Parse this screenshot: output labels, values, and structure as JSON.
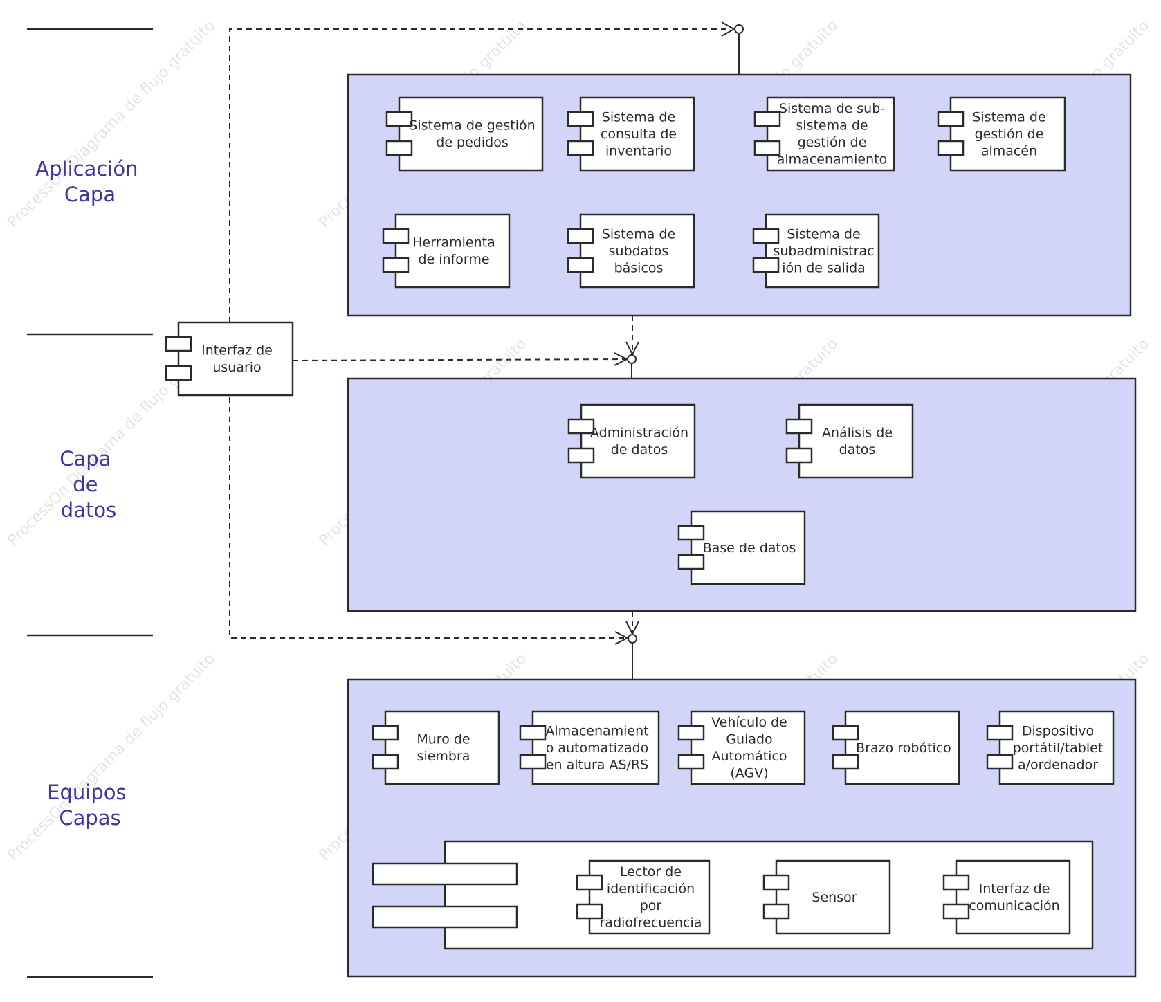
{
  "layers": [
    {
      "id": "app",
      "label_lines": [
        "Aplicación",
        "Capa"
      ]
    },
    {
      "id": "data",
      "label_lines": [
        "Capa",
        "de",
        "datos"
      ]
    },
    {
      "id": "equip",
      "label_lines": [
        "Equipos",
        "Capas"
      ]
    }
  ],
  "user_interface": {
    "lines": [
      "Interfaz de",
      "usuario"
    ]
  },
  "application_components": [
    {
      "lines": [
        "Sistema de gestión",
        "de pedidos"
      ]
    },
    {
      "lines": [
        "Sistema de",
        "consulta de",
        "inventario"
      ]
    },
    {
      "lines": [
        "Sistema de sub-",
        "sistema de",
        "gestión de",
        "almacenamiento"
      ]
    },
    {
      "lines": [
        "Sistema de",
        "gestión de",
        "almacén"
      ]
    },
    {
      "lines": [
        "Herramienta",
        "de informe"
      ]
    },
    {
      "lines": [
        "Sistema de",
        "subdatos",
        "básicos"
      ]
    },
    {
      "lines": [
        "Sistema de",
        "subadministrac",
        "ión de salida"
      ]
    }
  ],
  "data_components": [
    {
      "lines": [
        "Administración",
        "de datos"
      ]
    },
    {
      "lines": [
        "Análisis de",
        "datos"
      ]
    },
    {
      "lines": [
        "Base de datos"
      ]
    }
  ],
  "equipment_components": [
    {
      "lines": [
        "Muro de",
        "siembra"
      ]
    },
    {
      "lines": [
        "Almacenamient",
        "o automatizado",
        "en altura AS/RS"
      ]
    },
    {
      "lines": [
        "Vehículo de",
        "Guiado",
        "Automático",
        "(AGV)"
      ]
    },
    {
      "lines": [
        "Brazo robótico"
      ]
    },
    {
      "lines": [
        "Dispositivo",
        "portátil/tablet",
        "a/ordenador"
      ]
    }
  ],
  "equipment_sub_components": [
    {
      "lines": [
        "Lector de",
        "identificación",
        "por",
        "radiofrecuencia"
      ]
    },
    {
      "lines": [
        "Sensor"
      ]
    },
    {
      "lines": [
        "Interfaz de",
        "comunicación"
      ]
    }
  ],
  "watermark": {
    "text": "ProcessOn Diagrama de flujo gratuito"
  },
  "colors": {
    "layer_fill": "#d2d5f8",
    "stroke": "#2b2b2b",
    "label": "#3d35a8",
    "component_fill": "#ffffff"
  }
}
